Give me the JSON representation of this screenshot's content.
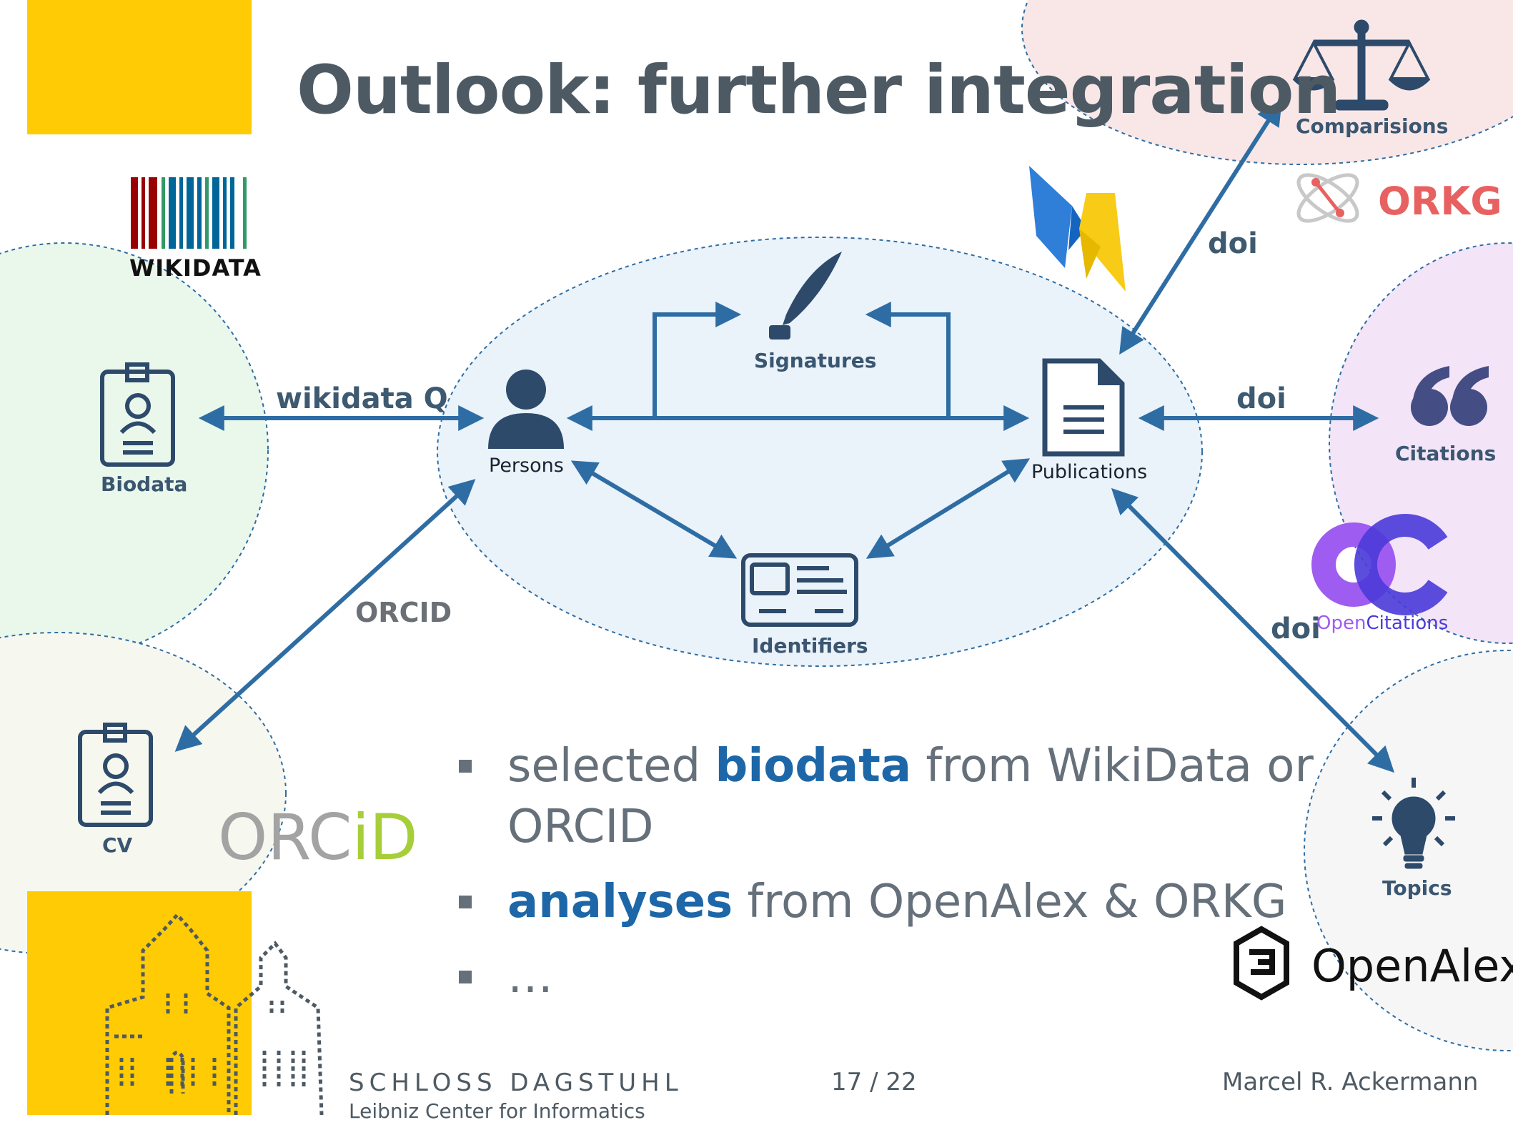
{
  "slide": {
    "title": "Outlook: further integration",
    "page": "17 / 22",
    "author": "Marcel R. Ackermann",
    "institution": "SCHLOSS DAGSTUHL",
    "institution_sub": "Leibniz Center for Informatics"
  },
  "bullets": [
    {
      "before": "selected ",
      "highlight": "biodata",
      "after": " from WikiData or",
      "line2": "ORCID"
    },
    {
      "before": "",
      "highlight": "analyses",
      "after": " from OpenAlex & ORKG"
    },
    {
      "before": "…",
      "highlight": "",
      "after": ""
    }
  ],
  "nodes": {
    "persons": "Persons",
    "signatures": "Signatures",
    "publications": "Publications",
    "identifiers": "Identifiers",
    "biodata": "Biodata",
    "cv": "CV",
    "comparisons": "Comparisions",
    "citations": "Citations",
    "topics": "Topics"
  },
  "edges": {
    "wikidata": "wikidata Q",
    "orcid": "ORCID",
    "doi_orkg": "doi",
    "doi_citations": "doi",
    "doi_openalex": "doi"
  },
  "logos": {
    "wikidata": "WIKIDATA",
    "orkg": "ORKG",
    "orcid_prefix": "ORC",
    "orcid_suffix": "iD",
    "opencitations_a": "Open",
    "opencitations_b": "Citations",
    "openalex": "OpenAlex"
  },
  "colors": {
    "accent_yellow": "#ffcb05",
    "arrow_blue": "#2e6da4",
    "icon_navy": "#2d4a6b",
    "title_gray": "#4e5a63",
    "highlight_blue": "#1d67a8",
    "orkg_red": "#e86161",
    "orcid_green": "#a6ce39"
  }
}
